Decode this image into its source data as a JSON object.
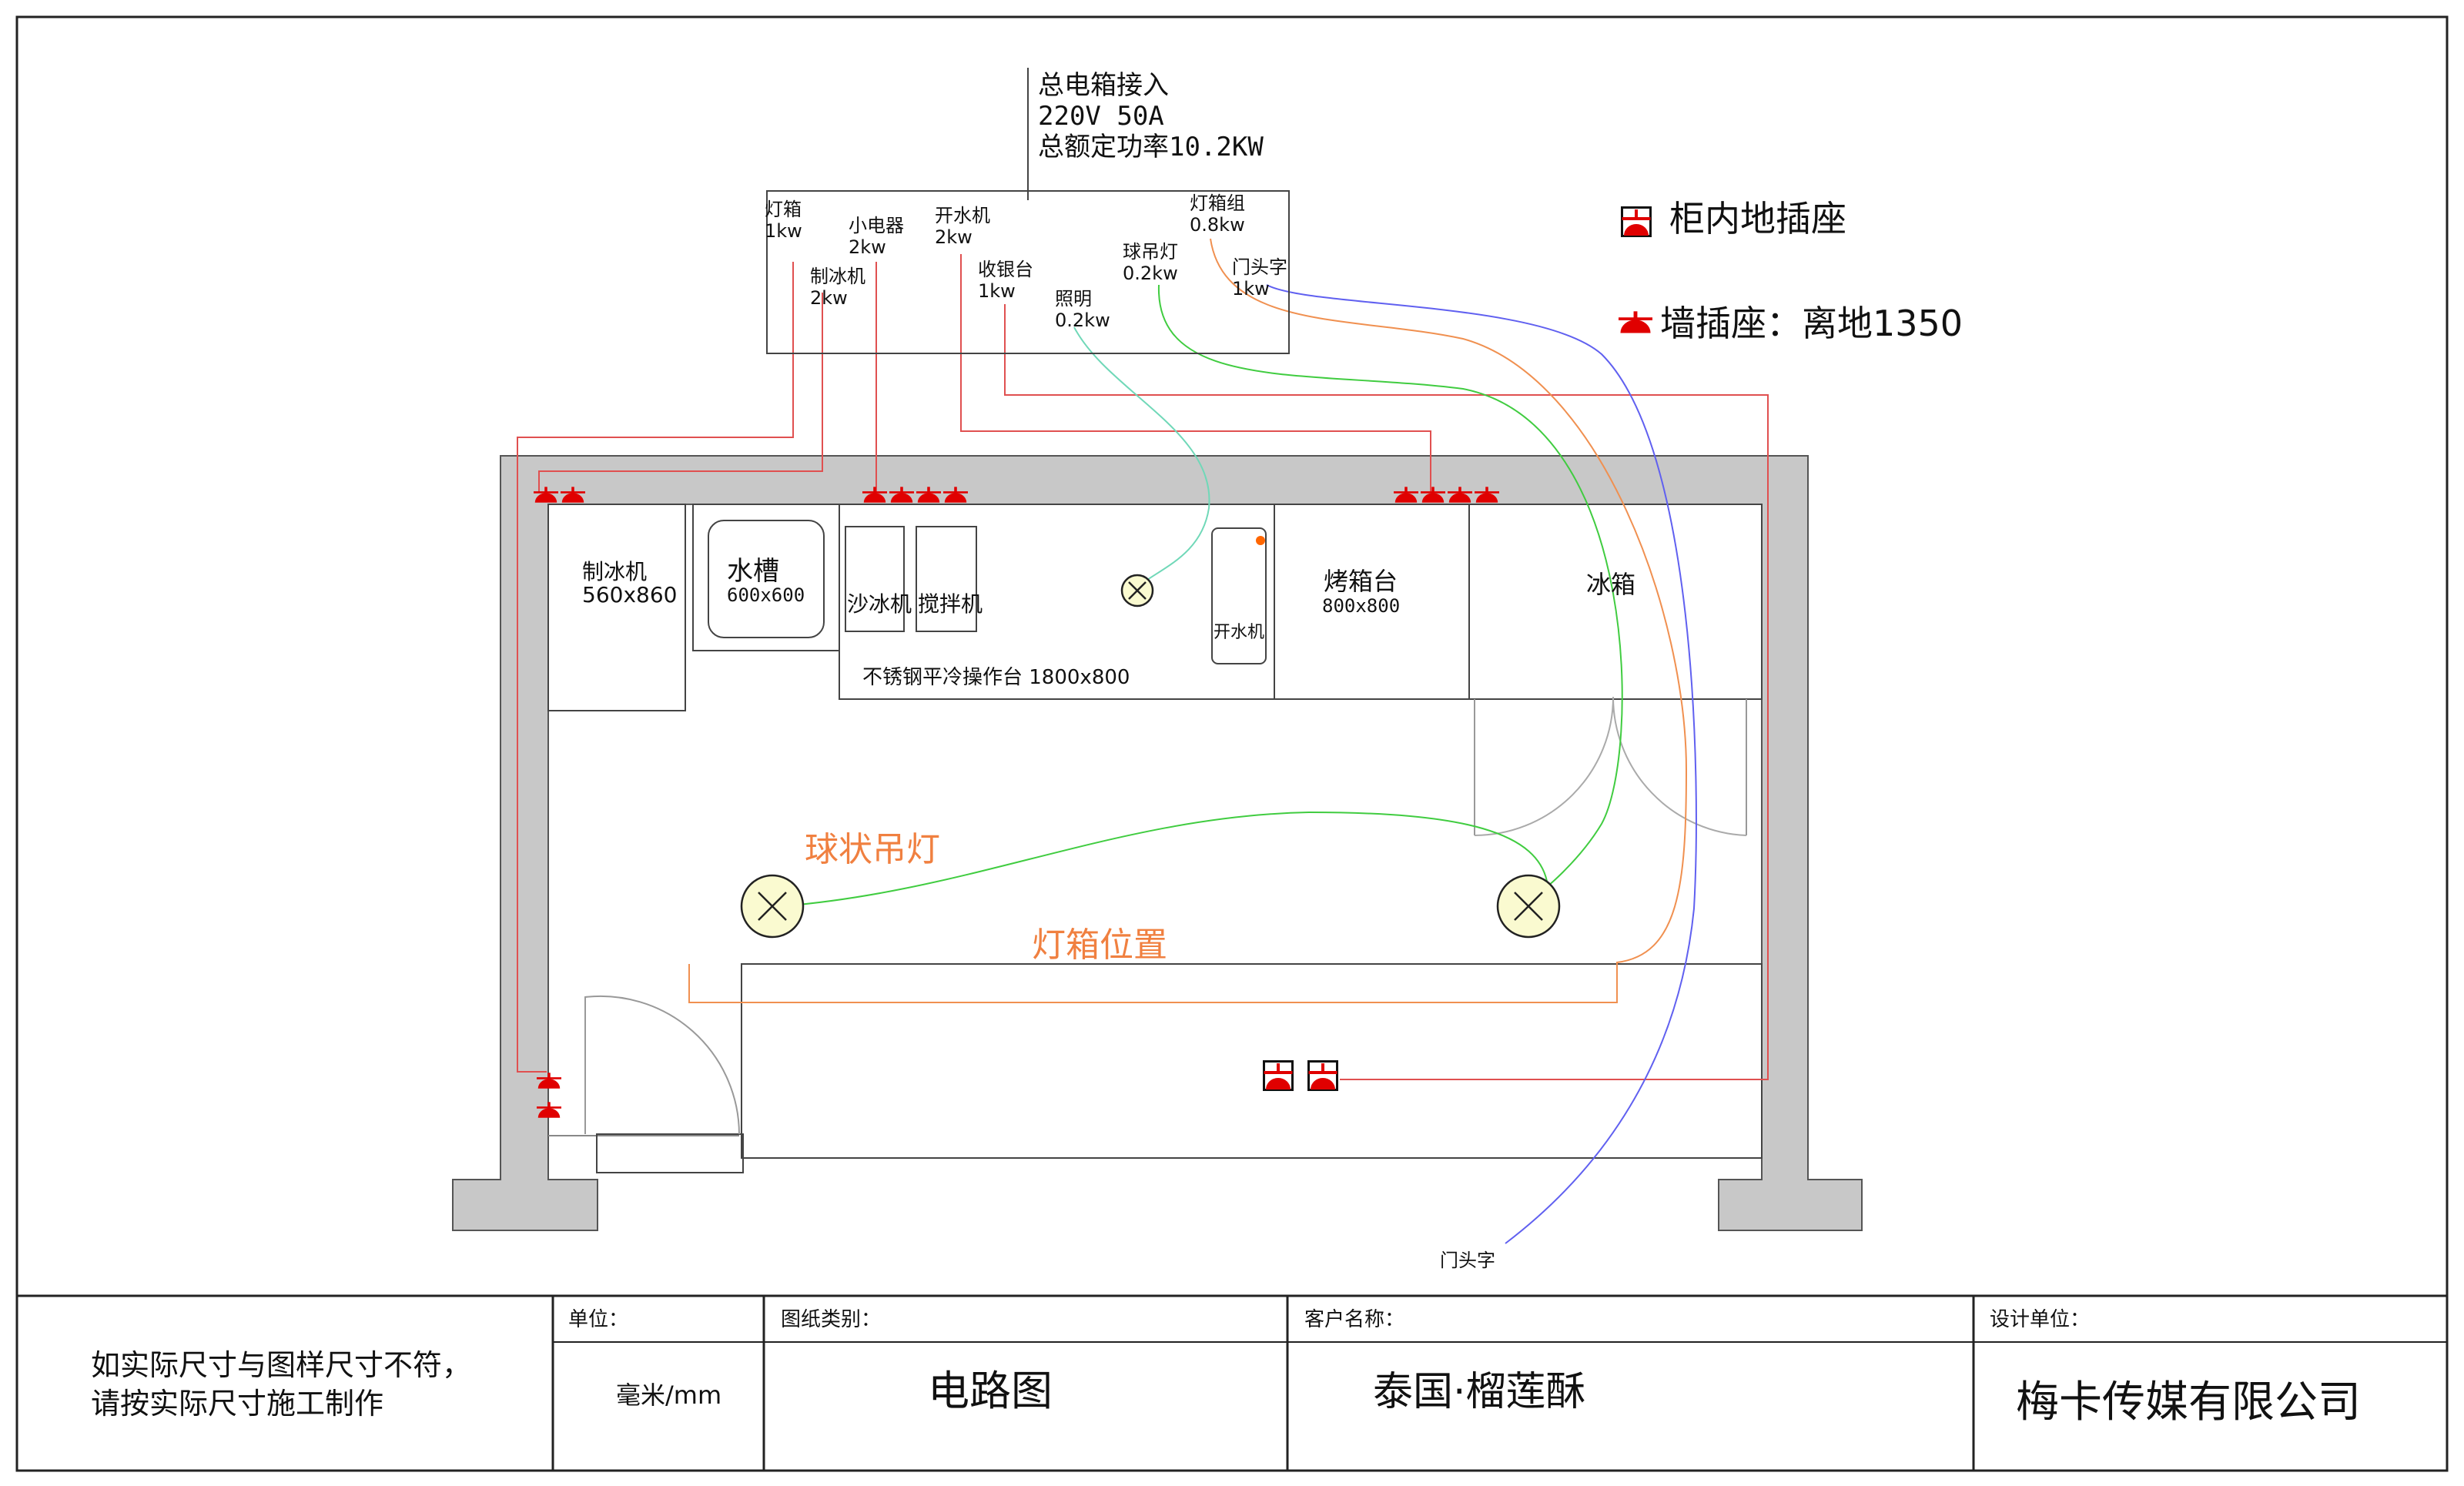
{
  "main_box": {
    "title": "总电箱接入",
    "voltage": "220V 50A",
    "total_power": "总额定功率10.2KW"
  },
  "circuits": [
    {
      "name": "灯箱",
      "power": "1kw"
    },
    {
      "name": "制冰机",
      "power": "2kw"
    },
    {
      "name": "小电器",
      "power": "2kw"
    },
    {
      "name": "开水机",
      "power": "2kw"
    },
    {
      "name": "收银台",
      "power": "1kw"
    },
    {
      "name": "照明",
      "power": "0.2kw"
    },
    {
      "name": "球吊灯",
      "power": "0.2kw"
    },
    {
      "name": "灯箱组",
      "power": "0.8kw"
    },
    {
      "name": "门头字",
      "power": "1kw"
    }
  ],
  "legend": {
    "floor_socket": "柜内地插座",
    "wall_socket": "墙插座：离地1350"
  },
  "equipment": {
    "ice_machine": {
      "name": "制冰机",
      "size": "560x860"
    },
    "sink": {
      "name": "水槽",
      "size": "600x600"
    },
    "smoothie": "沙冰机",
    "blender": "搅拌机",
    "counter": "不锈钢平冷操作台 1800x800",
    "water_boiler": "开水机",
    "oven": {
      "name": "烤箱台",
      "size": "800x800"
    },
    "fridge": "冰箱"
  },
  "annotations": {
    "pendant_lamp": "球状吊灯",
    "lightbox_position": "灯箱位置",
    "door_sign": "门头字"
  },
  "title_block": {
    "note_line1": "如实际尺寸与图样尺寸不符，",
    "note_line2": "请按实际尺寸施工制作",
    "unit_label": "单位：",
    "unit_value": "毫米/mm",
    "type_label": "图纸类别：",
    "type_value": "电路图",
    "client_label": "客户名称：",
    "client_value": "泰国·榴莲酥",
    "designer_label": "设计单位：",
    "designer_value": "梅卡传媒有限公司"
  },
  "colors": {
    "wall": "#c8c8c8",
    "red_wire": "#e05050",
    "orange_wire": "#f09050",
    "green_wire": "#40cc40",
    "blue_wire": "#6060f0",
    "cyan_wire": "#70d8b8",
    "socket_red": "#e00000",
    "annotation": "#f08040"
  }
}
